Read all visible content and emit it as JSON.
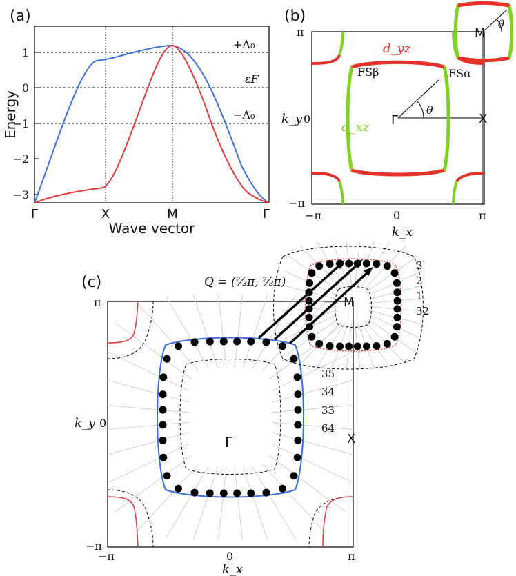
{
  "panel_a": {
    "label": "(a)",
    "ylabel": "Energy",
    "xlabel": "Wave vector",
    "yticks": [
      "1",
      "0",
      "−1",
      "−2",
      "−3"
    ],
    "xticks": [
      "Γ",
      "X",
      "M",
      "Γ"
    ],
    "levels": [
      "+Λ₀",
      "εF",
      "−Λ₀"
    ],
    "colors": {
      "band_blue": "#3b6fe0",
      "band_red": "#e23b3b"
    }
  },
  "panel_b": {
    "label": "(b)",
    "orbital_dyz": "d_yz",
    "orbital_dxz": "d_xz",
    "fs_beta": "FSβ",
    "fs_alpha": "FSα",
    "gamma": "Γ",
    "m": "M",
    "x": "X",
    "theta": "θ",
    "ylabel": "k_y",
    "xlabel": "k_x",
    "ticks": {
      "pi": "π",
      "zero": "0",
      "neg_pi": "−π"
    },
    "colors": {
      "dyz": "#e8302a",
      "dxz": "#7ed321"
    }
  },
  "panel_c": {
    "label": "(c)",
    "q_vector": "Q = (⅔π, ⅔π)",
    "gamma": "Γ",
    "m": "M",
    "x": "X",
    "ylabel": "k_y",
    "xlabel": "k_x",
    "ticks": {
      "pi": "π",
      "zero": "0",
      "neg_pi": "−π"
    },
    "patch_labels_m": [
      "3",
      "2",
      "1",
      "32"
    ],
    "patch_labels_gamma": [
      "35",
      "34",
      "33",
      "64"
    ],
    "colors": {
      "fs_beta": "#3b6fe0",
      "fs_alpha": "#e23b3b"
    }
  }
}
